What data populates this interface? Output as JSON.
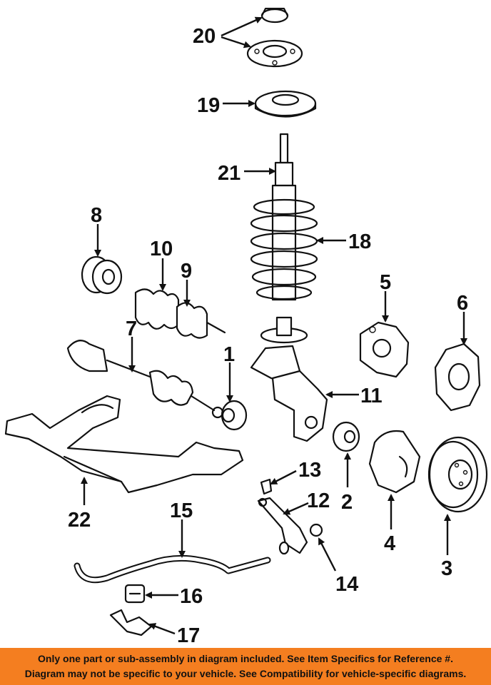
{
  "diagram": {
    "callouts": [
      "1",
      "2",
      "3",
      "4",
      "5",
      "6",
      "7",
      "8",
      "9",
      "10",
      "11",
      "12",
      "13",
      "14",
      "15",
      "16",
      "17",
      "18",
      "19",
      "20",
      "21",
      "22"
    ]
  },
  "notice": {
    "line1": "Only one part or sub-assembly in diagram included. See Item Specifics for Reference #.",
    "line2": "Diagram may not be specific to your vehicle. See Compatibility for vehicle-specific diagrams."
  },
  "colors": {
    "notice_background": "#f47e20",
    "line_art": "#111111",
    "background": "#ffffff"
  }
}
